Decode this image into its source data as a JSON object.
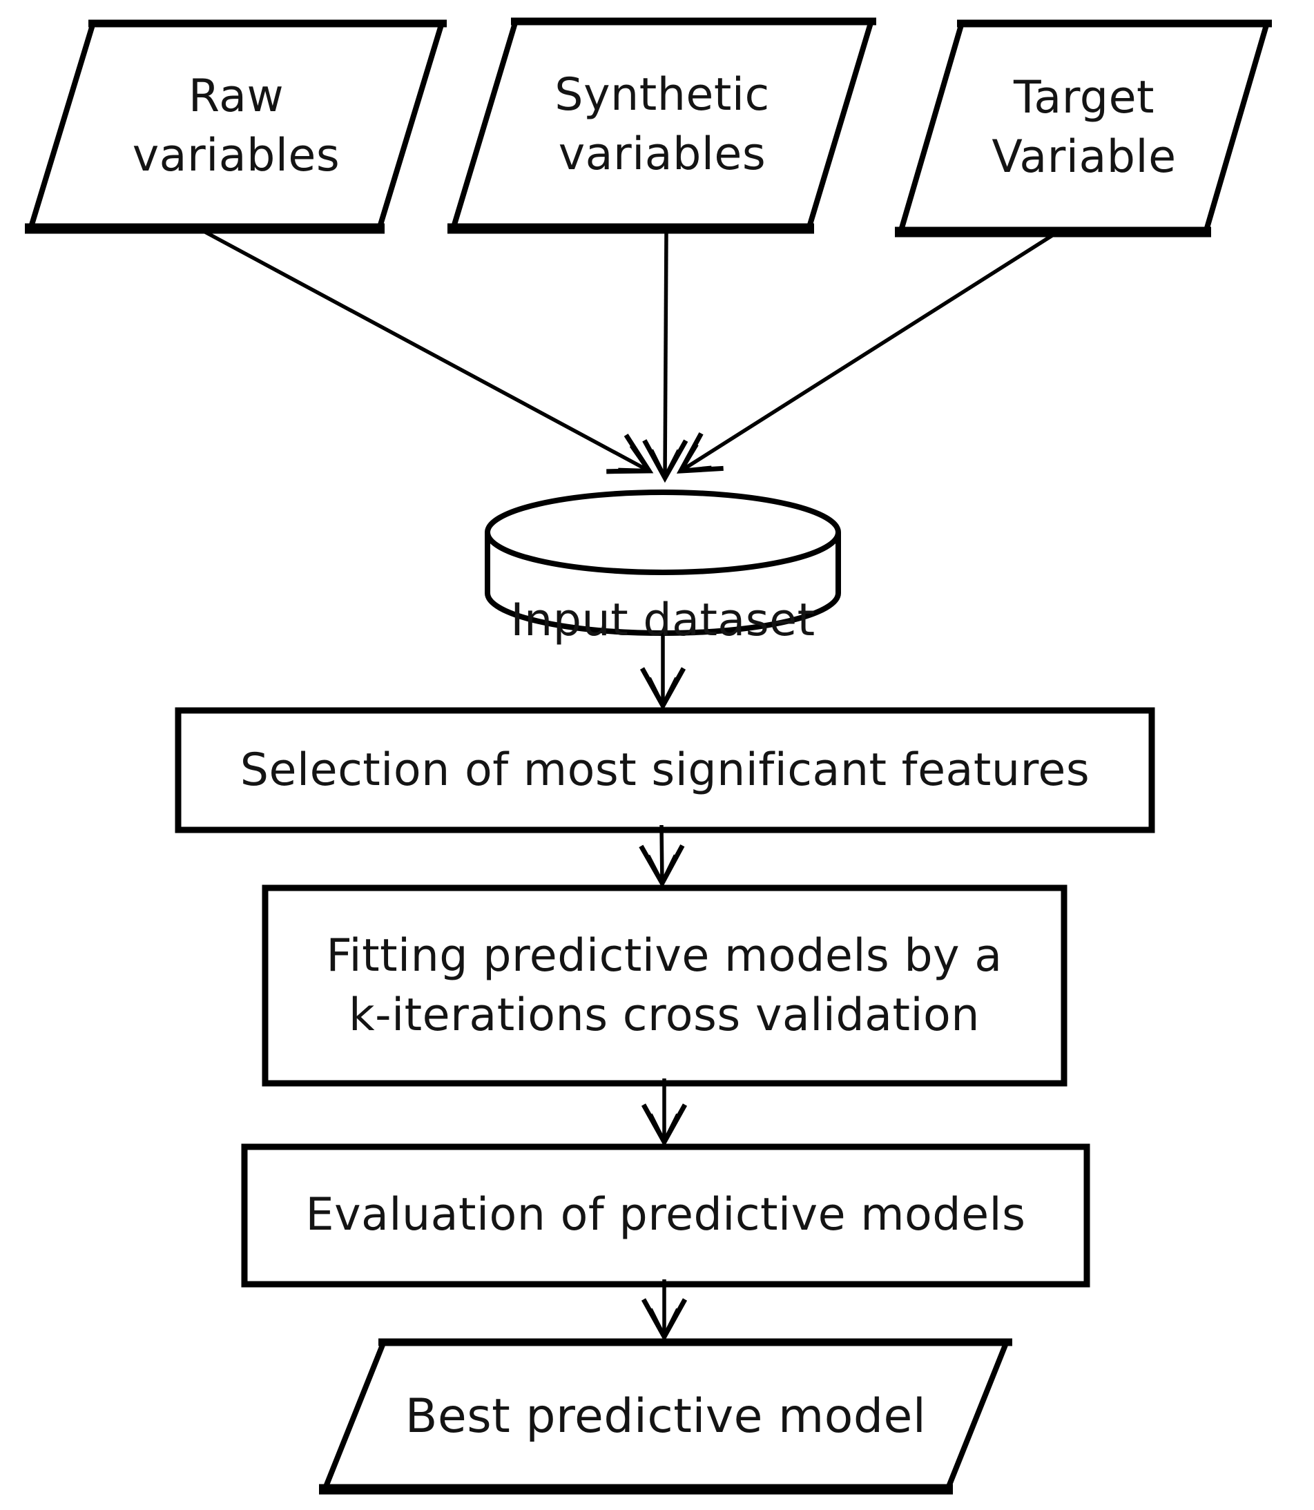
{
  "figure": {
    "type": "flowchart",
    "background_color": "#ffffff",
    "line_color": "#000000",
    "text_color": "#141414"
  },
  "nodes": {
    "raw_variables": {
      "shape": "parallelogram",
      "lines": [
        "Raw",
        "variables"
      ]
    },
    "synthetic_variables": {
      "shape": "parallelogram",
      "lines": [
        "Synthetic",
        "variables"
      ]
    },
    "target_variable": {
      "shape": "parallelogram",
      "lines": [
        "Target",
        "Variable"
      ]
    },
    "input_dataset": {
      "shape": "cylinder",
      "lines": [
        "Input dataset"
      ]
    },
    "feature_selection": {
      "shape": "rectangle",
      "lines": [
        "Selection of most significant features"
      ]
    },
    "model_fitting": {
      "shape": "rectangle",
      "lines": [
        "Fitting predictive models by a",
        "k-iterations cross validation"
      ]
    },
    "model_evaluation": {
      "shape": "rectangle",
      "lines": [
        "Evaluation of predictive models"
      ]
    },
    "best_model": {
      "shape": "parallelogram",
      "lines": [
        "Best predictive model"
      ]
    }
  },
  "edges": [
    {
      "from": "raw_variables",
      "to": "input_dataset"
    },
    {
      "from": "synthetic_variables",
      "to": "input_dataset"
    },
    {
      "from": "target_variable",
      "to": "input_dataset"
    },
    {
      "from": "input_dataset",
      "to": "feature_selection"
    },
    {
      "from": "feature_selection",
      "to": "model_fitting"
    },
    {
      "from": "model_fitting",
      "to": "model_evaluation"
    },
    {
      "from": "model_evaluation",
      "to": "best_model"
    }
  ]
}
